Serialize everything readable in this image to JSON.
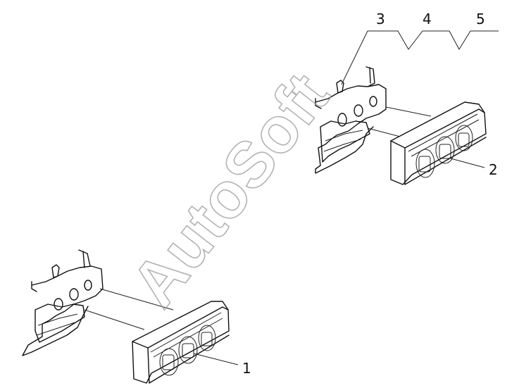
{
  "callouts": {
    "c1": "1",
    "c2": "2",
    "c3": "3",
    "c4": "4",
    "c5": "5"
  },
  "watermark": "AutoSoft",
  "colors": {
    "line": "#111111",
    "watermark": "#9a9a9a",
    "background": "#ffffff"
  }
}
